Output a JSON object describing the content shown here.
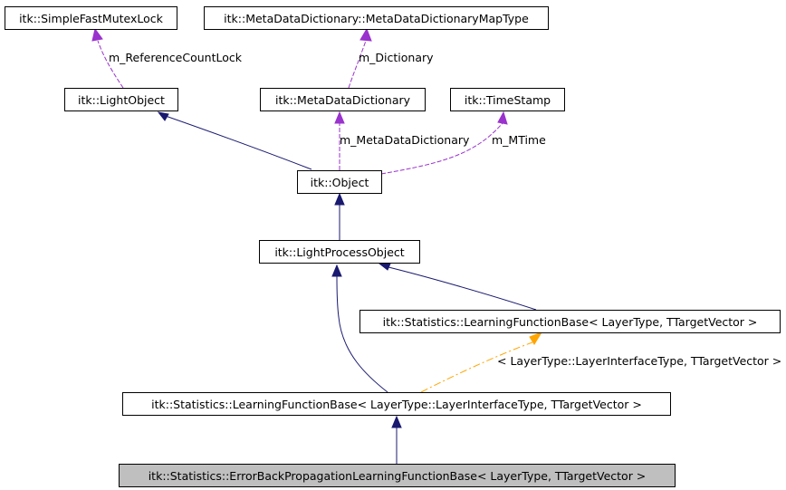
{
  "colors": {
    "inheritance": "#191970",
    "usage": "#9a32cd",
    "template": "#ffa500",
    "current_fill": "#bfbfbf"
  },
  "nodes": {
    "simple_fast_mutex_lock": "itk::SimpleFastMutexLock",
    "map_type": "itk::MetaDataDictionary::MetaDataDictionaryMapType",
    "light_object": "itk::LightObject",
    "meta_data_dictionary": "itk::MetaDataDictionary",
    "time_stamp": "itk::TimeStamp",
    "object": "itk::Object",
    "light_process_object": "itk::LightProcessObject",
    "learning_function_base": "itk::Statistics::LearningFunctionBase< LayerType, TTargetVector >",
    "learning_function_base_interface": "itk::Statistics::LearningFunctionBase< LayerType::LayerInterfaceType, TTargetVector >",
    "error_back_propagation": "itk::Statistics::ErrorBackPropagationLearningFunctionBase< LayerType, TTargetVector >"
  },
  "edge_labels": {
    "reference_count_lock": "m_ReferenceCountLock",
    "dictionary": "m_Dictionary",
    "meta_data_dictionary": "m_MetaDataDictionary",
    "mtime": "m_MTime",
    "template_args": "< LayerType::LayerInterfaceType, TTargetVector >"
  }
}
